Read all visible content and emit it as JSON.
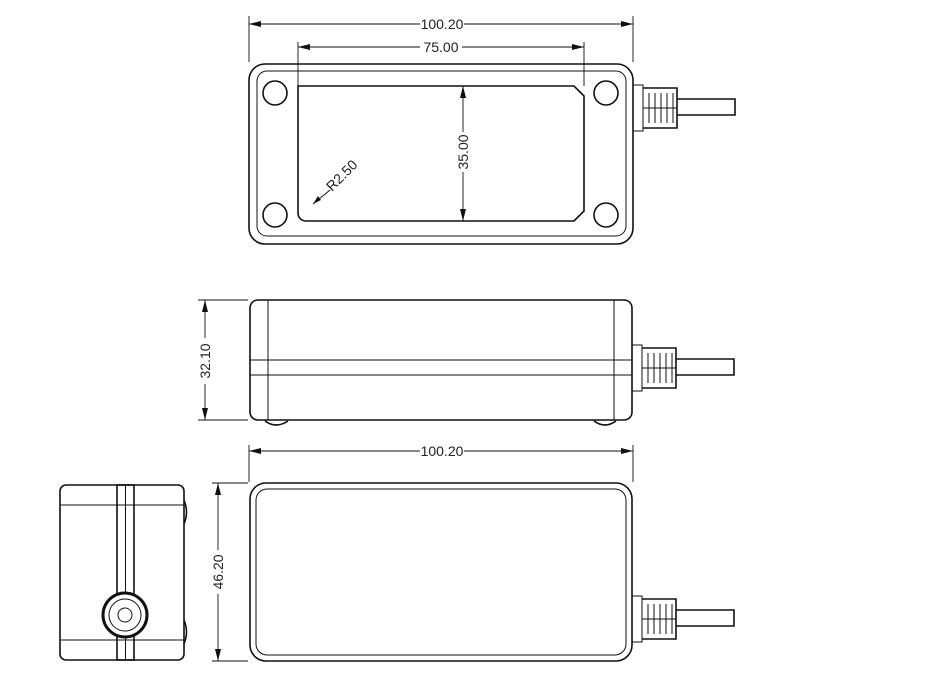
{
  "drawing": {
    "top_view": {
      "width_dim": "100.20",
      "window_width_dim": "75.00",
      "window_height_dim": "35.00",
      "radius_dim": "R2.50"
    },
    "side_view": {
      "height_dim": "32.10"
    },
    "bottom_view": {
      "width_dim": "100.20",
      "depth_dim": "46.20"
    }
  }
}
